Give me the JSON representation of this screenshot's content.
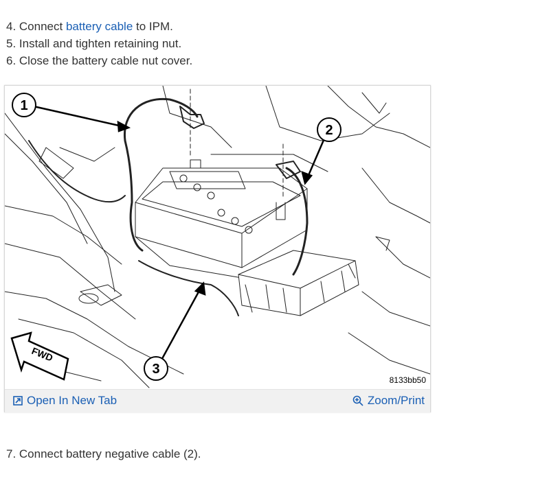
{
  "steps": {
    "step4_prefix": "4. Connect ",
    "step4_link": "battery cable",
    "step4_suffix": " to IPM.",
    "step5": "5. Install and tighten retaining nut.",
    "step6": "6. Close the battery cable nut cover."
  },
  "figure": {
    "callout_1": "1",
    "callout_2": "2",
    "callout_3": "3",
    "fwd_label": "FWD",
    "figure_code": "8133bb50",
    "open_label": "Open In New Tab",
    "zoom_label": "Zoom/Print",
    "open_icon": "open-in-new-tab-icon",
    "zoom_icon": "magnifier-plus-icon"
  },
  "step7": "7. Connect battery negative cable (2).",
  "colors": {
    "link": "#1a5fb4",
    "text": "#333333",
    "toolbar_bg": "#f1f1f1"
  }
}
